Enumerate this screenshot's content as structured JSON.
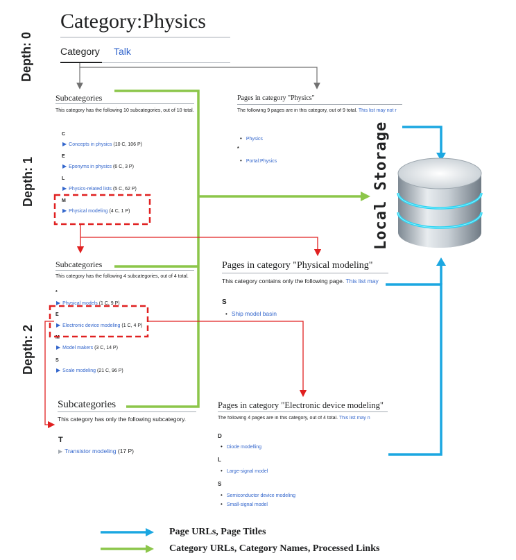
{
  "depth_labels": [
    "Depth: 0",
    "Depth: 1",
    "Depth: 2"
  ],
  "storage_label": "Local Storage",
  "colors": {
    "page_arrow": "#1ba7e1",
    "category_arrow": "#8cc64a",
    "link_arrow": "#e02020",
    "highlight": "#e02020"
  },
  "root": {
    "title": "Category:Physics",
    "tabs": [
      "Category",
      "Talk"
    ]
  },
  "level1": {
    "subcats": {
      "heading": "Subcategories",
      "desc": "This category has the following 10 subcategories, out of 10 total.",
      "groups": [
        {
          "letter": "C",
          "items": [
            {
              "name": "Concepts in physics",
              "count": "(10 C, 106 P)"
            }
          ]
        },
        {
          "letter": "E",
          "items": [
            {
              "name": "Eponyms in physics",
              "count": "(6 C, 3 P)"
            }
          ]
        },
        {
          "letter": "L",
          "items": [
            {
              "name": "Physics-related lists",
              "count": "(5 C, 62 P)"
            }
          ]
        },
        {
          "letter": "M",
          "items": [
            {
              "name": "Physical modeling",
              "count": "(4 C, 1 P)"
            }
          ]
        }
      ]
    },
    "pages": {
      "heading": "Pages in category \"Physics\"",
      "desc": "The following 9 pages are in this category, out of 9 total.",
      "desc_link": "This list may not r",
      "items": [
        "Physics",
        "Portal:Physics"
      ],
      "star": "*"
    }
  },
  "level2": {
    "subcats": {
      "heading": "Subcategories",
      "desc": "This category has the following 4 subcategories, out of 4 total.",
      "groups": [
        {
          "letter": "*",
          "items": [
            {
              "name": "Physical models",
              "count": "(1 C, 9 P)"
            }
          ]
        },
        {
          "letter": "E",
          "items": [
            {
              "name": "Electronic device modeling",
              "count": "(1 C, 4 P)"
            }
          ]
        },
        {
          "letter": "M",
          "items": [
            {
              "name": "Model makers",
              "count": "(3 C, 14 P)"
            }
          ]
        },
        {
          "letter": "S",
          "items": [
            {
              "name": "Scale modeling",
              "count": "(21 C, 96 P)"
            }
          ]
        }
      ]
    },
    "pages": {
      "heading": "Pages in category \"Physical modeling\"",
      "desc": "This category contains only the following page.",
      "desc_link": "This list may",
      "letter": "S",
      "items": [
        "Ship model basin"
      ]
    }
  },
  "level3": {
    "subcats": {
      "heading": "Subcategories",
      "desc": "This category has only the following subcategory.",
      "letter": "T",
      "item": {
        "name": "Transistor modeling",
        "count": "(17 P)"
      }
    },
    "pages": {
      "heading": "Pages in category \"Electronic device modeling\"",
      "desc": "The following 4 pages are in this category, out of 4 total.",
      "desc_link": "This list may n",
      "groups": [
        {
          "letter": "D",
          "items": [
            "Diode modelling"
          ]
        },
        {
          "letter": "L",
          "items": [
            "Large-signal model"
          ]
        },
        {
          "letter": "S",
          "items": [
            "Semiconductor device modeling",
            "Small-signal model"
          ]
        }
      ]
    }
  },
  "legend": [
    {
      "label": "Page URLs, Page Titles",
      "color": "#1ba7e1"
    },
    {
      "label": "Category URLs, Category Names, Processed Links",
      "color": "#8cc64a"
    }
  ]
}
